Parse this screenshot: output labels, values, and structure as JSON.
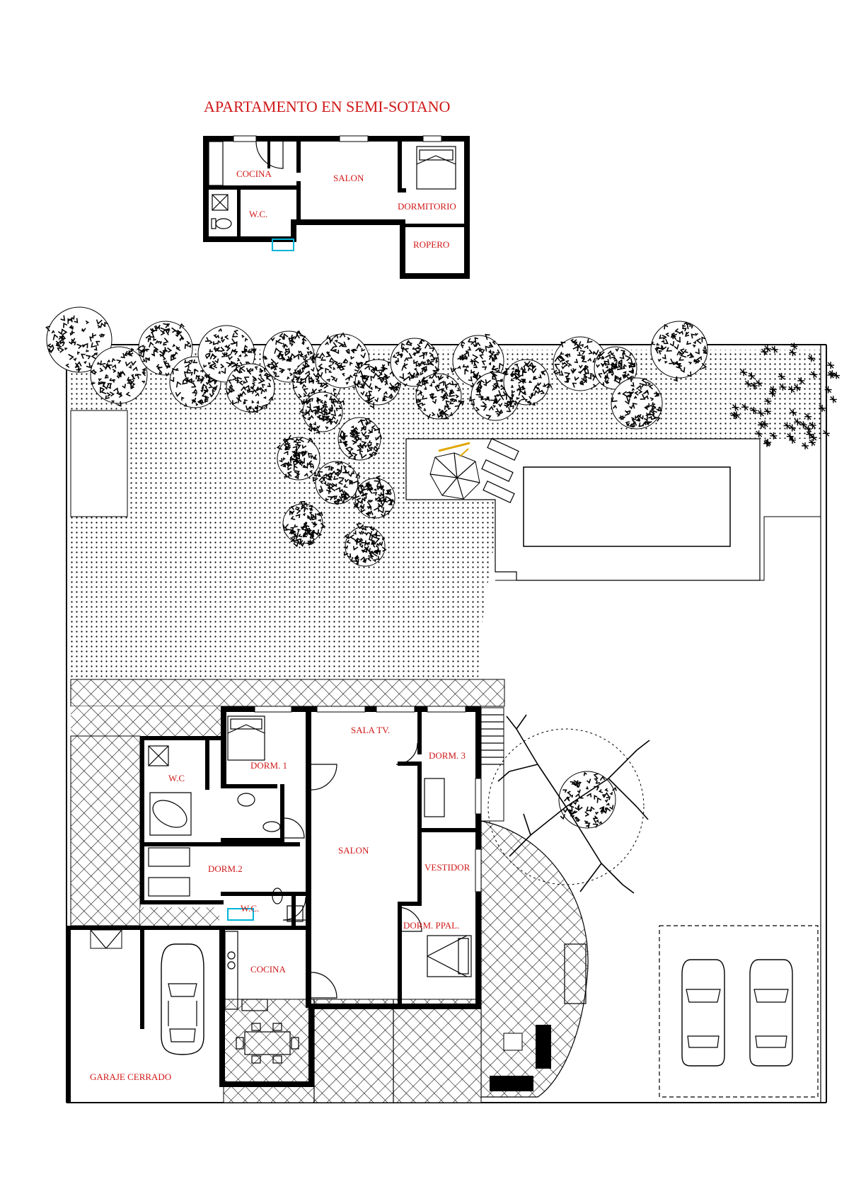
{
  "title": "APARTAMENTO EN SEMI-SOTANO",
  "colors": {
    "label": "#d01818",
    "wall": "#000000",
    "fixture_accent": "#00b4d8",
    "umbrella_accent": "#e0a800"
  },
  "semi_sotano": {
    "rooms": {
      "cocina": "COCINA",
      "salon": "SALON",
      "wc": "W.C.",
      "dormitorio": "DORMITORIO",
      "ropero": "ROPERO"
    }
  },
  "ground_floor": {
    "rooms": {
      "sala_tv": "SALA TV.",
      "dorm_1": "DORM. 1",
      "dorm_3": "DORM. 3",
      "wc_main": "W.C",
      "salon": "SALON",
      "dorm_2": "DORM.2",
      "vestidor": "VESTIDOR",
      "wc_small": "W.C.",
      "dorm_ppal": "DORM. PPAL.",
      "cocina": "COCINA",
      "garaje": "GARAJE CERRADO"
    }
  },
  "icons": [
    "tree-icon",
    "car-icon",
    "bed-icon",
    "bathtub-icon",
    "toilet-icon",
    "sink-icon",
    "sunbed-icon",
    "umbrella-icon",
    "dining-table-icon",
    "pool-icon"
  ]
}
